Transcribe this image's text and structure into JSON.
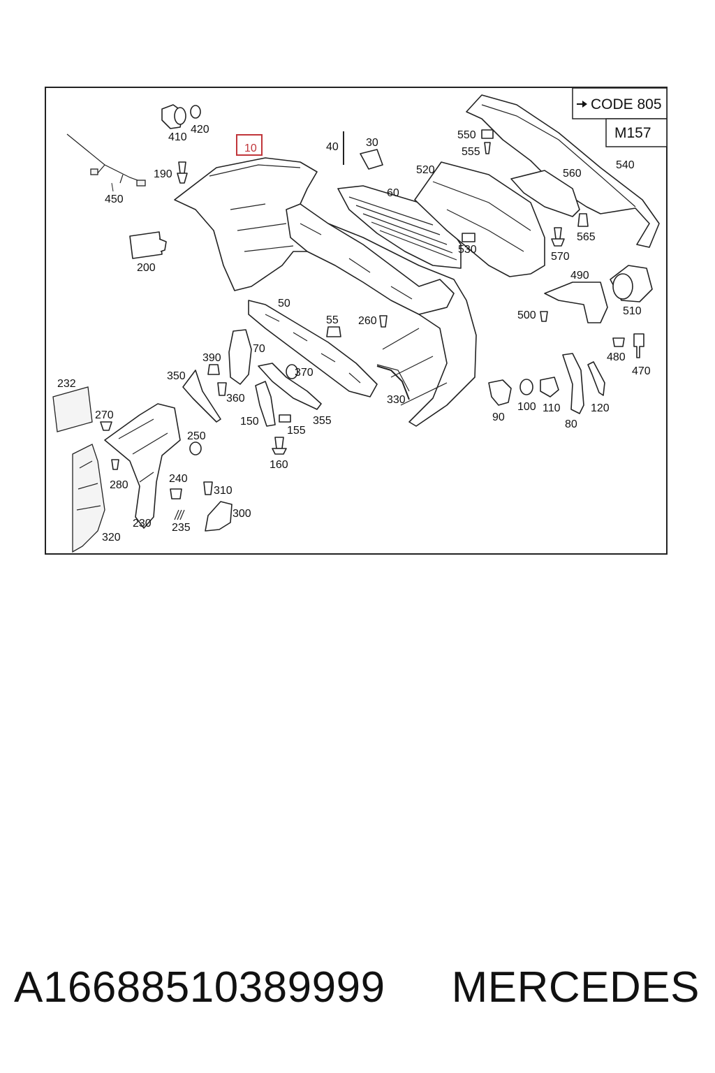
{
  "diagram": {
    "code_box": {
      "arrow_icon": "right-arrow",
      "text": "CODE 805"
    },
    "model_box": {
      "text": "M157"
    },
    "highlighted_part": "10",
    "highlight_color": "#c0353a",
    "part_labels": {
      "p10": "10",
      "p30": "30",
      "p40": "40",
      "p50": "50",
      "p55": "55",
      "p60": "60",
      "p70": "70",
      "p80": "80",
      "p90": "90",
      "p100": "100",
      "p110": "110",
      "p120": "120",
      "p150": "150",
      "p155": "155",
      "p160": "160",
      "p190": "190",
      "p200": "200",
      "p230": "230",
      "p232": "232",
      "p235": "235",
      "p240": "240",
      "p250": "250",
      "p260": "260",
      "p270": "270",
      "p280": "280",
      "p300": "300",
      "p310": "310",
      "p320": "320",
      "p330": "330",
      "p350": "350",
      "p355": "355",
      "p360": "360",
      "p370": "370",
      "p390": "390",
      "p410": "410",
      "p420": "420",
      "p450": "450",
      "p470": "470",
      "p480": "480",
      "p490": "490",
      "p500": "500",
      "p510": "510",
      "p520": "520",
      "p530": "530",
      "p540": "540",
      "p550": "550",
      "p555": "555",
      "p560": "560",
      "p565": "565",
      "p570": "570"
    }
  },
  "footer": {
    "part_number": "A16688510389999",
    "brand": "MERCEDES"
  }
}
